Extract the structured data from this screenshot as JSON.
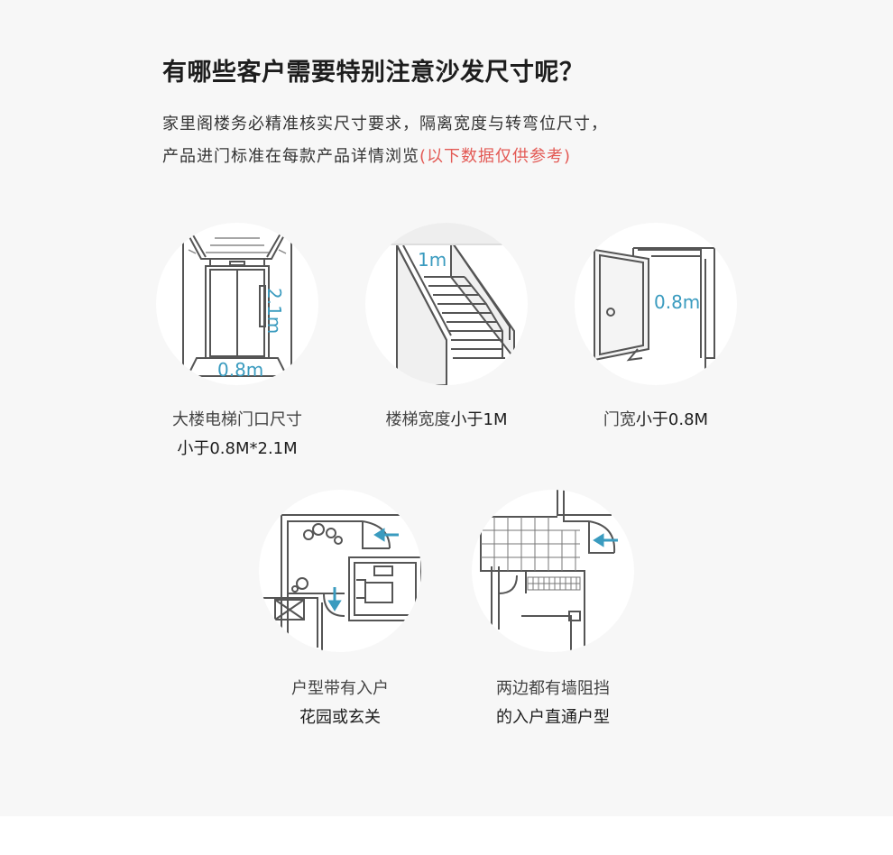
{
  "heading": "有哪些客户需要特别注意沙发尺寸呢？",
  "intro": {
    "line1": "家里阁楼务必精准核实尺寸要求，隔离宽度与转弯位尺寸，",
    "line2_main": "产品进门标准在每款产品详情浏览",
    "line2_note": "(以下数据仅供参考)"
  },
  "colors": {
    "accent": "#3a9bbf",
    "note": "#e35a55"
  },
  "items": [
    {
      "icon": "elevator-icon",
      "dim_h": "2.1m",
      "dim_w": "0.8m",
      "caption_a": "大楼电梯门口尺寸",
      "caption_b": "小于0.8M*2.1M"
    },
    {
      "icon": "stairs-icon",
      "dim_w": "1m",
      "caption_a": "楼梯宽度",
      "caption_b": "小于1M"
    },
    {
      "icon": "door-icon",
      "dim_w": "0.8m",
      "caption_a": "门宽",
      "caption_b": "小于0.8M"
    },
    {
      "icon": "garden-entrance-icon",
      "caption_a": "户型带有入户",
      "caption_b": "花园或玄关"
    },
    {
      "icon": "walled-entrance-icon",
      "caption_a": "两边都有墙阻挡",
      "caption_b": "的入户直通户型"
    }
  ]
}
